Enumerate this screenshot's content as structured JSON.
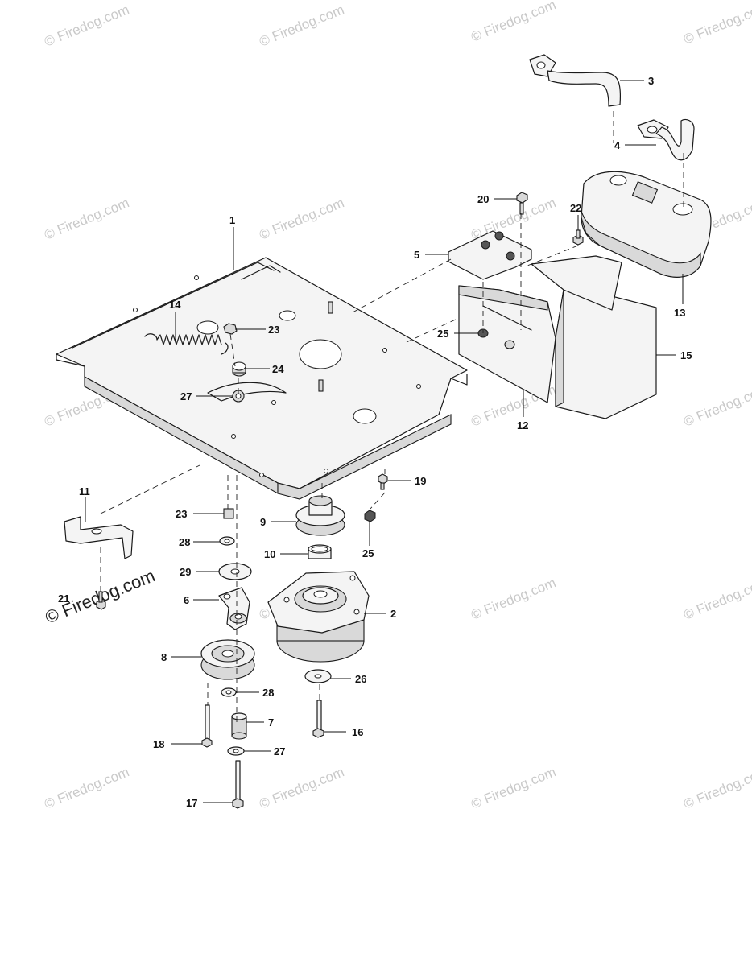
{
  "watermark": {
    "text": "© Firedog.com",
    "prominent_text": "© Firedog.com"
  },
  "callouts": {
    "c1": "1",
    "c2": "2",
    "c3": "3",
    "c4": "4",
    "c5": "5",
    "c6": "6",
    "c7": "7",
    "c8": "8",
    "c9": "9",
    "c10": "10",
    "c11": "11",
    "c12": "12",
    "c13": "13",
    "c14": "14",
    "c15": "15",
    "c16": "16",
    "c17": "17",
    "c18": "18",
    "c19": "19",
    "c20": "20",
    "c21": "21",
    "c22": "22",
    "c23a": "23",
    "c23b": "23",
    "c24": "24",
    "c25a": "25",
    "c25b": "25",
    "c26": "26",
    "c27a": "27",
    "c27b": "27",
    "c28a": "28",
    "c28b": "28",
    "c29": "29"
  }
}
